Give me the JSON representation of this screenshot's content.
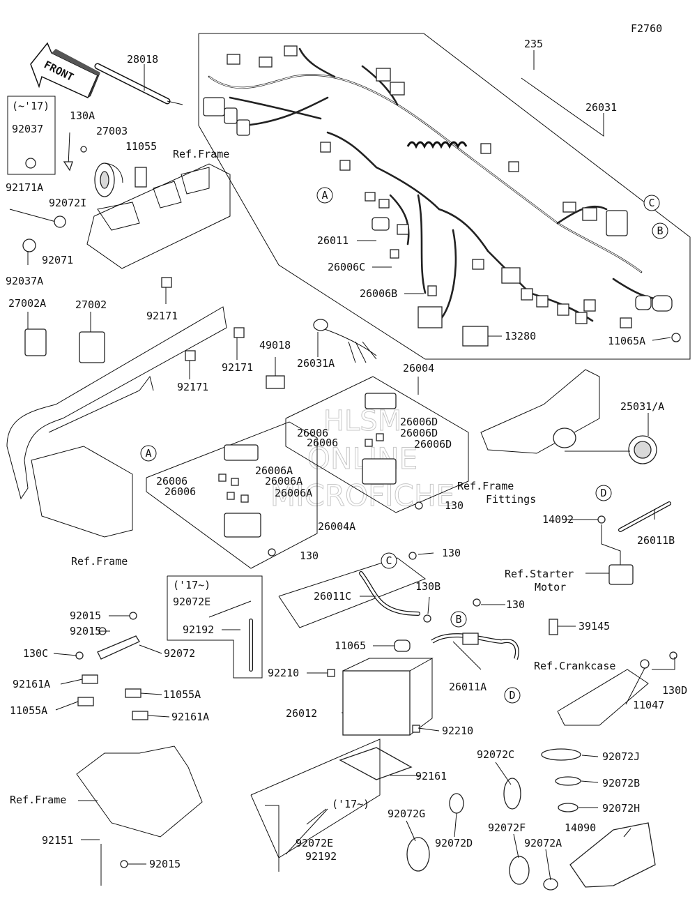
{
  "figure_code": "F2760",
  "front_arrow": "FRONT",
  "watermark": [
    "HLSM",
    "ONLINE",
    "MICROFICHE"
  ],
  "groups": {
    "upto17_top": "(~'17)",
    "from17_mid": "('17~)",
    "from17_bottom": "('17~)"
  },
  "refs": {
    "frame_top": "Ref.Frame",
    "frame_mid": "Ref.Frame",
    "frame_bottom": "Ref.Frame",
    "frame_fittings_1": "Ref.Frame",
    "frame_fittings_2": "Fittings",
    "starter_1": "Ref.Starter",
    "starter_2": "Motor",
    "crankcase": "Ref.Crankcase"
  },
  "callouts": {
    "a": "A",
    "b": "B",
    "c": "C",
    "d": "D"
  },
  "parts": {
    "p28018": "28018",
    "p235": "235",
    "p26031": "26031",
    "p92037": "92037",
    "p130A": "130A",
    "p27003": "27003",
    "p11055": "11055",
    "p92171A": "92171A",
    "p92072I": "92072I",
    "p92071": "92071",
    "p92037A": "92037A",
    "p26011": "26011",
    "p26006C": "26006C",
    "p26006B": "26006B",
    "p13280": "13280",
    "p11065A": "11065A",
    "p27002A": "27002A",
    "p27002": "27002",
    "p92171_a": "92171",
    "p92171_b": "92171",
    "p92171_c": "92171",
    "p49018": "49018",
    "p26031A": "26031A",
    "p26004": "26004",
    "p26006D_1": "26006D",
    "p26006_1": "26006",
    "p26006D_2": "26006D",
    "p26006_2": "26006",
    "p26006D_3": "26006D",
    "p26006A_1": "26006A",
    "p26006_3": "26006",
    "p26006A_2": "26006A",
    "p26006_4": "26006",
    "p26006A_3": "26006A",
    "p130_a": "130",
    "p26004A": "26004A",
    "p130_b": "130",
    "p25031A": "25031/A",
    "p14092": "14092",
    "p26011B": "26011B",
    "p130_c": "130",
    "p26011C": "26011C",
    "p130B": "130B",
    "p130_d": "130",
    "p92072E_1": "92072E",
    "p92192_1": "92192",
    "p92015_1": "92015",
    "p92015_2": "92015",
    "p92072": "92072",
    "p130C": "130C",
    "p92161A_1": "92161A",
    "p11055A_1": "11055A",
    "p11055A_2": "11055A",
    "p92161A_2": "92161A",
    "p11065": "11065",
    "p92210_1": "92210",
    "p26011A": "26011A",
    "p26012": "26012",
    "p92210_2": "92210",
    "p39145": "39145",
    "p130D": "130D",
    "p11047": "11047",
    "p92161": "92161",
    "p92072C": "92072C",
    "p92072J": "92072J",
    "p92072B": "92072B",
    "p92072H": "92072H",
    "p92072G": "92072G",
    "p92072D": "92072D",
    "p92072F": "92072F",
    "p92072A": "92072A",
    "p14090": "14090",
    "p92151": "92151",
    "p92015_3": "92015",
    "p92072E_2": "92072E",
    "p92192_2": "92192"
  }
}
